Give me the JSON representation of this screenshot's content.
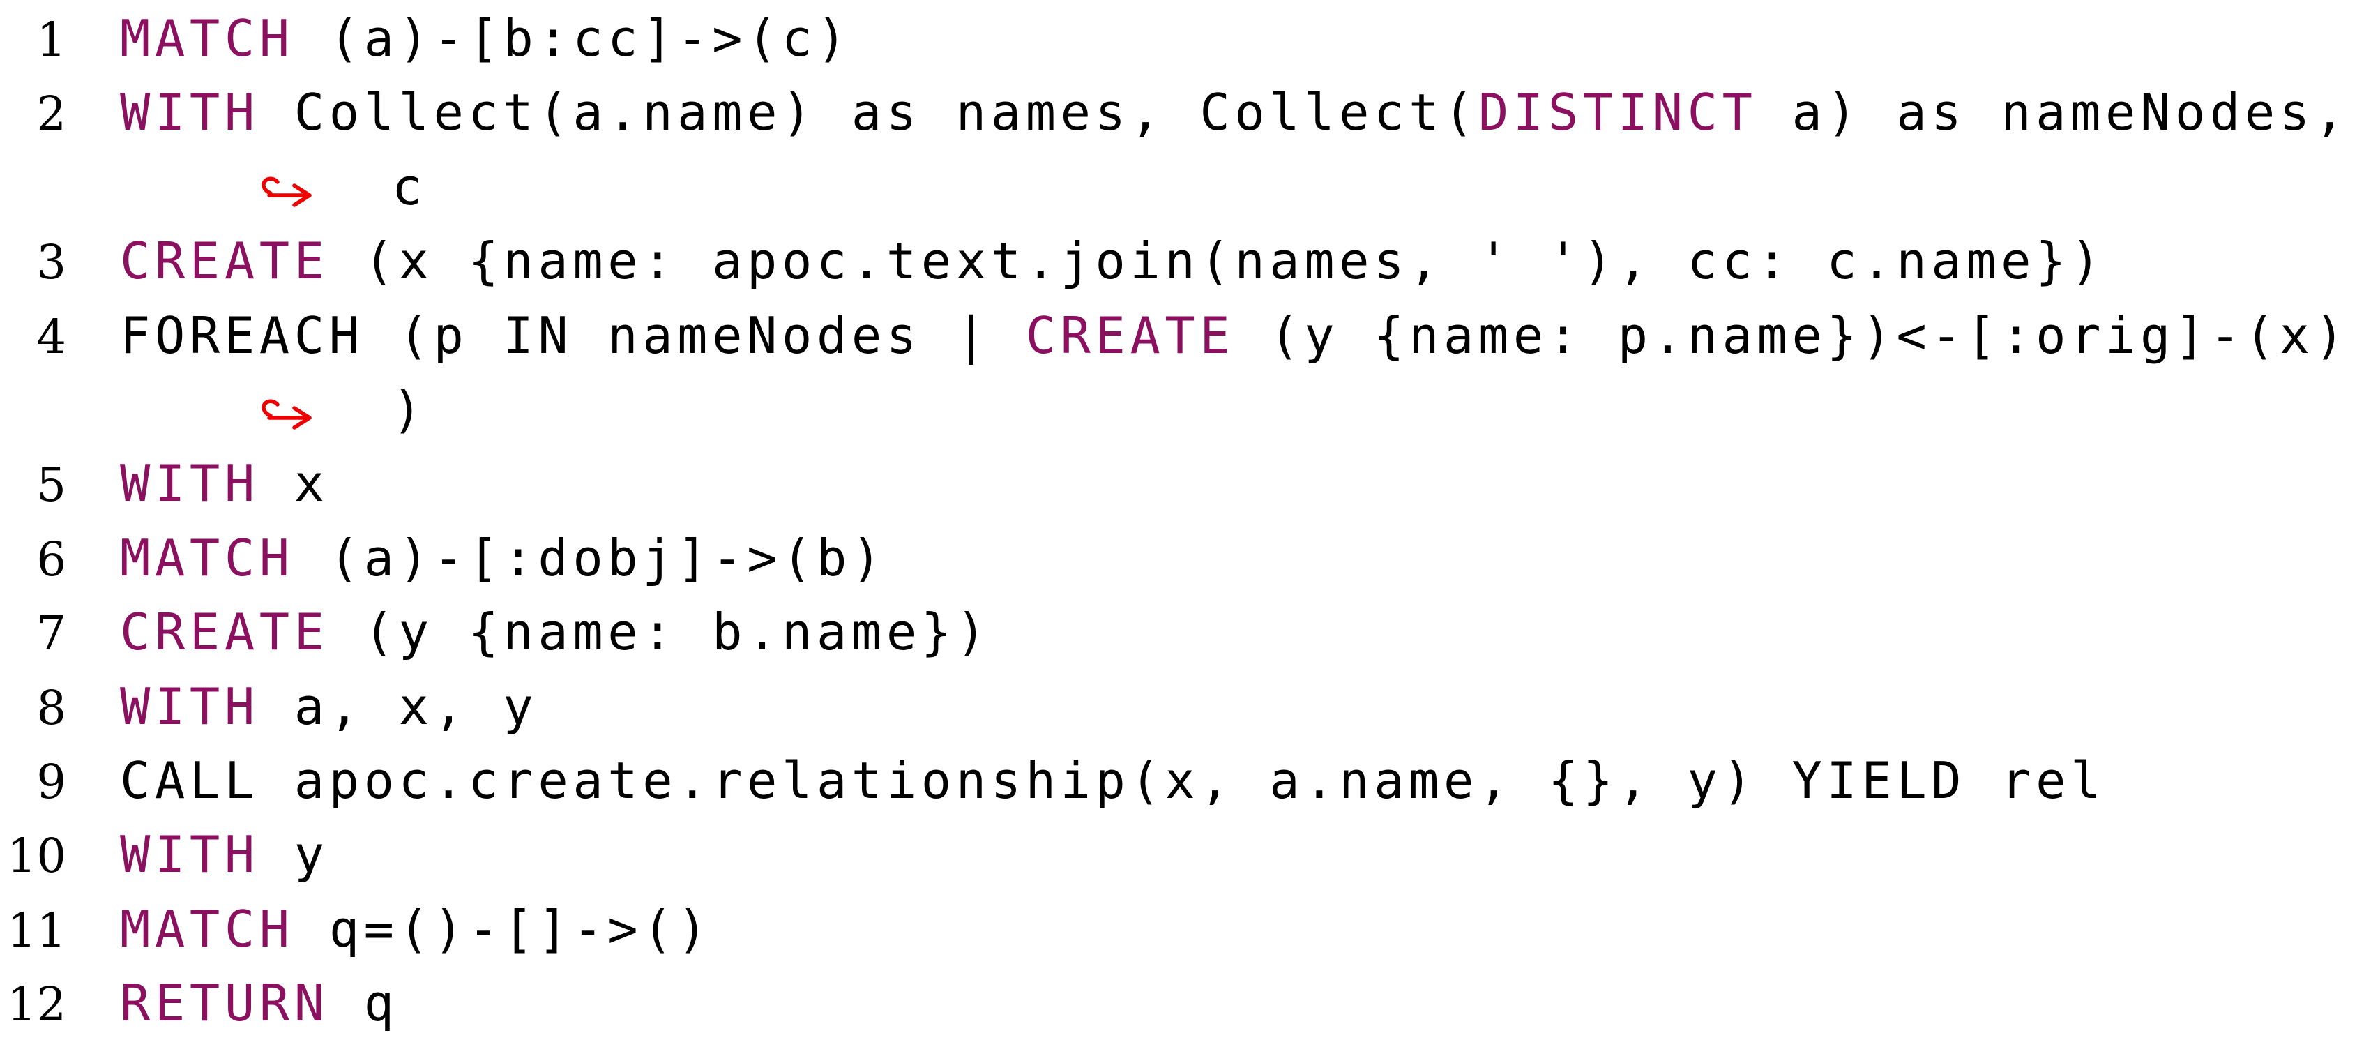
{
  "page": {
    "background": "#ffffff",
    "description_title": "Cypher query code listing"
  },
  "colors": {
    "keyword": "#8b1160",
    "code_text": "#000000",
    "line_number": "#000000",
    "wrap_arrow": "#ee0000"
  },
  "icons": {
    "wrap_arrow_icon": "↪"
  },
  "listing": {
    "lines": [
      {
        "n": "1",
        "cont": false,
        "seg": [
          [
            "k",
            "MATCH"
          ],
          [
            "t",
            " (a)-[b:cc]->(c)"
          ]
        ]
      },
      {
        "n": "2",
        "cont": false,
        "seg": [
          [
            "k",
            "WITH"
          ],
          [
            "t",
            " Collect(a.name) as names, Collect("
          ],
          [
            "k",
            "DISTINCT"
          ],
          [
            "t",
            " a) as nameNodes,"
          ]
        ]
      },
      {
        "n": "",
        "cont": true,
        "seg": [
          [
            "t",
            "c"
          ]
        ]
      },
      {
        "n": "3",
        "cont": false,
        "seg": [
          [
            "k",
            "CREATE"
          ],
          [
            "t",
            " (x {name: apoc.text.join(names, ' '), cc: c.name})"
          ]
        ]
      },
      {
        "n": "4",
        "cont": false,
        "seg": [
          [
            "t",
            "FOREACH (p IN nameNodes | "
          ],
          [
            "k",
            "CREATE"
          ],
          [
            "t",
            " (y {name: p.name})<-[:orig]-(x)"
          ]
        ]
      },
      {
        "n": "",
        "cont": true,
        "seg": [
          [
            "t",
            ")"
          ]
        ]
      },
      {
        "n": "5",
        "cont": false,
        "seg": [
          [
            "k",
            "WITH"
          ],
          [
            "t",
            " x"
          ]
        ]
      },
      {
        "n": "6",
        "cont": false,
        "seg": [
          [
            "k",
            "MATCH"
          ],
          [
            "t",
            " (a)-[:dobj]->(b)"
          ]
        ]
      },
      {
        "n": "7",
        "cont": false,
        "seg": [
          [
            "k",
            "CREATE"
          ],
          [
            "t",
            " (y {name: b.name})"
          ]
        ]
      },
      {
        "n": "8",
        "cont": false,
        "seg": [
          [
            "k",
            "WITH"
          ],
          [
            "t",
            " a, x, y"
          ]
        ]
      },
      {
        "n": "9",
        "cont": false,
        "seg": [
          [
            "t",
            "CALL apoc.create.relationship(x, a.name, {}, y) YIELD rel"
          ]
        ]
      },
      {
        "n": "10",
        "cont": false,
        "seg": [
          [
            "k",
            "WITH"
          ],
          [
            "t",
            " y"
          ]
        ]
      },
      {
        "n": "11",
        "cont": false,
        "seg": [
          [
            "k",
            "MATCH"
          ],
          [
            "t",
            " q=()-[]->()"
          ]
        ]
      },
      {
        "n": "12",
        "cont": false,
        "seg": [
          [
            "k",
            "RETURN"
          ],
          [
            "t",
            " q"
          ]
        ]
      }
    ]
  }
}
